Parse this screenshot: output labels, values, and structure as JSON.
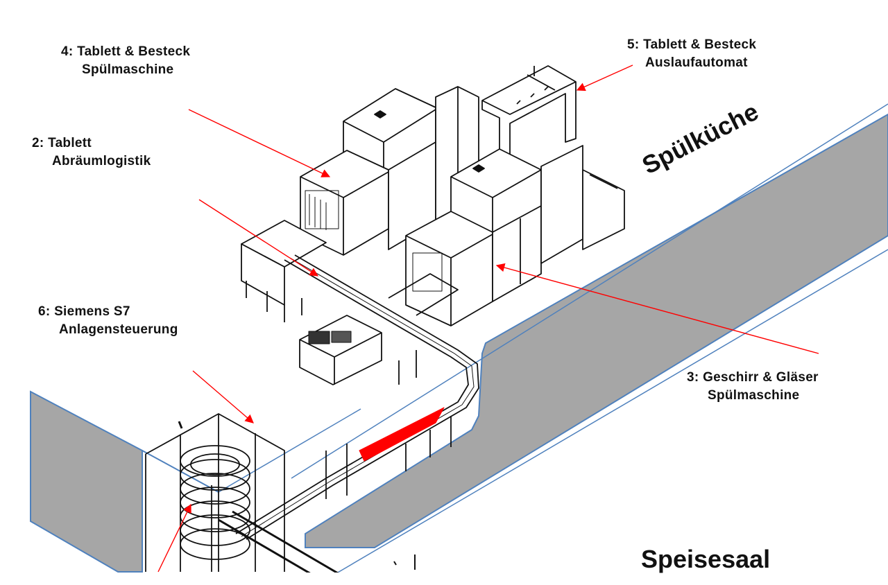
{
  "diagram": {
    "colors": {
      "wall_fill": "#a6a6a6",
      "wall_stroke": "#4f81bd",
      "arrow": "#ff0000",
      "line": "#111111",
      "background": "#ffffff"
    },
    "rooms": {
      "kitchen": "Spülküche",
      "dining": "Speisesaal"
    },
    "callouts": [
      {
        "id": "2",
        "line1": "2: Tablett",
        "line2": "Abräumlogistik"
      },
      {
        "id": "3",
        "line1": "3: Geschirr & Gläser",
        "line2": "Spülmaschine"
      },
      {
        "id": "4",
        "line1": "4: Tablett & Besteck",
        "line2": "Spülmaschine"
      },
      {
        "id": "5",
        "line1": "5: Tablett & Besteck",
        "line2": "Auslaufautomat"
      },
      {
        "id": "6",
        "line1": "6: Siemens S7",
        "line2": "Anlagensteuerung"
      }
    ]
  }
}
